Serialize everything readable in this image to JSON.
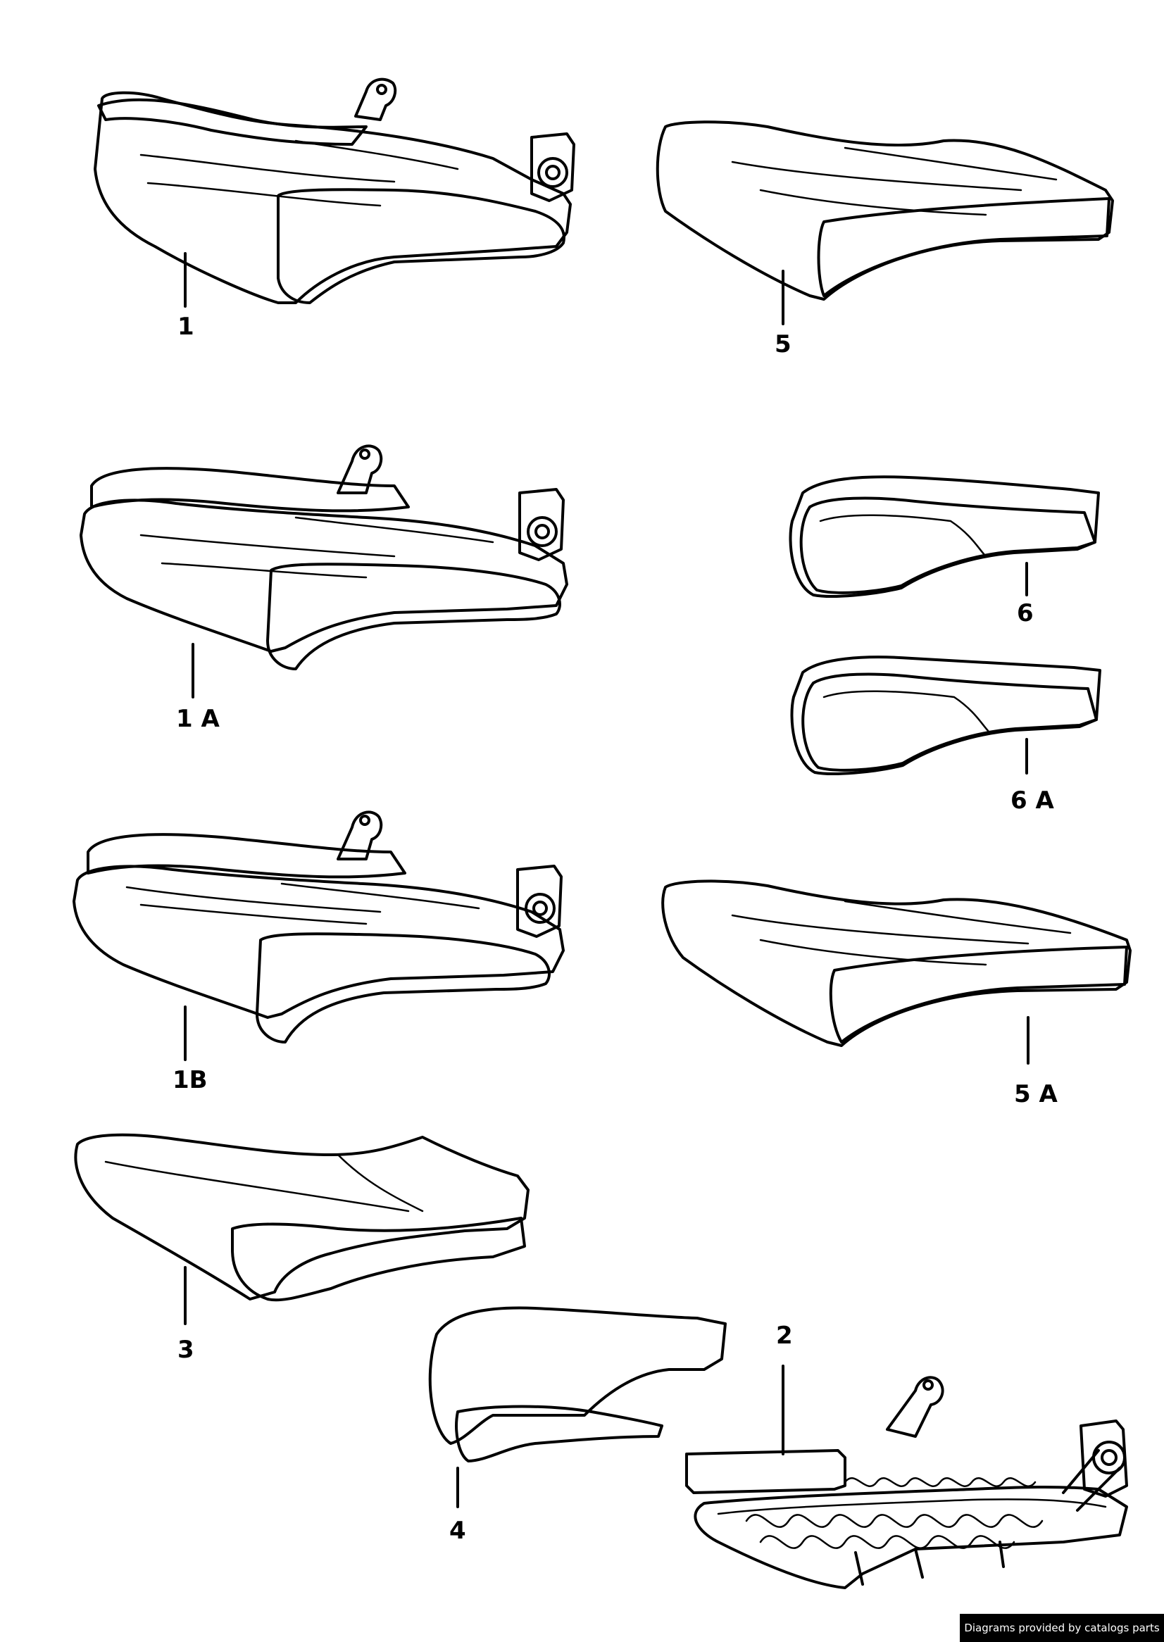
{
  "parts": [
    {
      "id": "p1",
      "label": "1",
      "description": "seat cushion complete with cover, fabric"
    },
    {
      "id": "p5",
      "label": "5",
      "description": "cover, fabric"
    },
    {
      "id": "p1a",
      "label": "1 A",
      "description": "seat cushion complete, leather/fabric"
    },
    {
      "id": "p6",
      "label": "6",
      "description": "side cover, fabric"
    },
    {
      "id": "p6a",
      "label": "6 A",
      "description": "side cover, leather"
    },
    {
      "id": "p1b",
      "label": "1B",
      "description": "seat cushion complete, leather"
    },
    {
      "id": "p5a",
      "label": "5 A",
      "description": "cover, leather"
    },
    {
      "id": "p3",
      "label": "3",
      "description": "foam pad"
    },
    {
      "id": "p4",
      "label": "4",
      "description": "side foam pad"
    },
    {
      "id": "p2",
      "label": "2",
      "description": "seat frame with springs"
    }
  ],
  "credit": "Diagrams provided by catalogs parts"
}
